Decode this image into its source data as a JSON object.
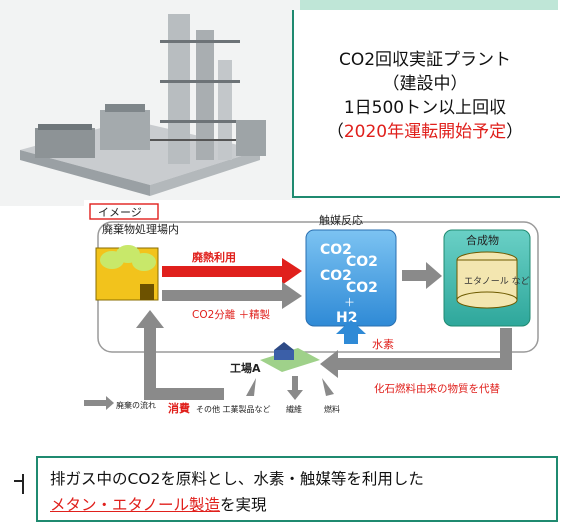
{
  "caption": {
    "line1": "CO2回収実証プラント",
    "line2": "（建設中）",
    "line3": "1日500トン以上回収",
    "line4_open": "（",
    "line4_red": "2020年運転開始予定",
    "line4_close": "）"
  },
  "diagram": {
    "image_label": "イメージ",
    "area_label": "廃棄物処理場内",
    "waste_heat": "廃熱利用",
    "co2_sep": "CO2分離 ＋精製",
    "catalyst": "触媒反応",
    "co2": "CO2",
    "plus": "＋",
    "h2": "H2",
    "hydrogen": "水素",
    "product": "合成物",
    "ethanol": "エタノール など",
    "factory": "工場A",
    "replace_fossil": "化石燃料由来の物質を代替",
    "consume": "消費",
    "uses": [
      "その他 工業製品など",
      "繊維",
      "燃料"
    ],
    "legend_flow": "廃棄の流れ"
  },
  "summary": {
    "line1": "排ガス中のCO2を原料とし、水素・触媒等を利用した",
    "link": "メタン・エタノール製造",
    "tail": "を実現"
  },
  "colors": {
    "accent_green": "#1f8a70",
    "red": "#e0201c",
    "catalyst_blue": "#4aa3e6"
  }
}
